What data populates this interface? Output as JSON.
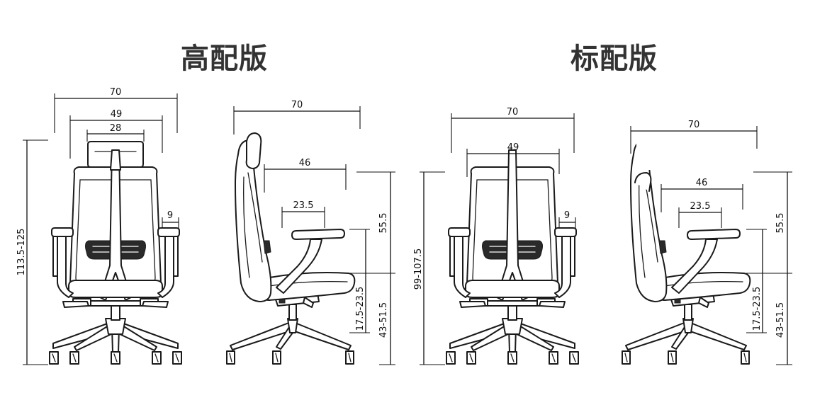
{
  "titles": {
    "left": "高配版",
    "right": "标配版"
  },
  "panels": {
    "hp_front": {
      "w_total": "70",
      "w_back": "49",
      "w_headrest": "28",
      "arm": "9",
      "h_total": "113.5-125"
    },
    "hp_side": {
      "d_total": "70",
      "d_seat": "46",
      "d_arm": "23.5",
      "h_back": "55.5",
      "h_arm": "17.5-23.5",
      "h_seat": "43-51.5"
    },
    "sp_front": {
      "w_total": "70",
      "w_back": "49",
      "arm": "9",
      "h_total": "99-107.5"
    },
    "sp_side": {
      "d_total": "70",
      "d_seat": "46",
      "d_arm": "23.5",
      "h_back": "55.5",
      "h_arm": "17.5-23.5",
      "h_seat": "43-51.5"
    }
  }
}
